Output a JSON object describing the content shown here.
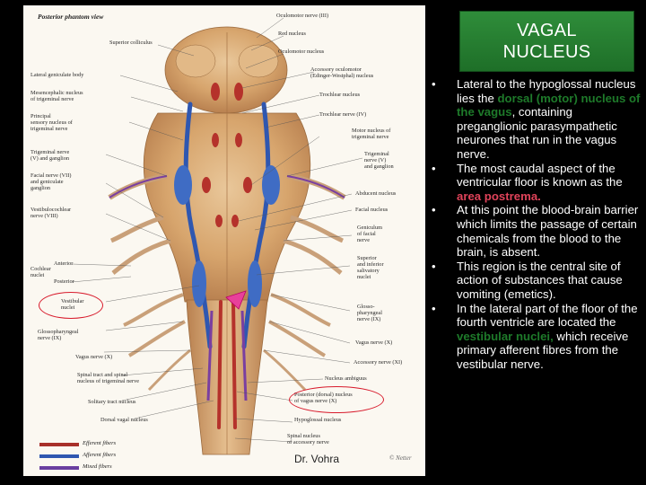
{
  "slide_title": {
    "line1": "VAGAL",
    "line2": "NUCLEUS"
  },
  "bullets": [
    {
      "pre": "Lateral to the hypoglossal nucleus lies the ",
      "hl": "dorsal (motor) nucleus of the vagus",
      "post": ", containing preganglionic parasympathetic neurones that run in the vagus nerve.",
      "hl_color": "green"
    },
    {
      "pre": "The most caudal aspect of the ventricular floor is known as the ",
      "hl": "area postrema.",
      "post": "",
      "hl_color": "pink"
    },
    {
      "pre": "At this point the blood-brain barrier which limits the passage of certain chemicals from the blood to the brain, is absent.",
      "hl": "",
      "post": "",
      "hl_color": ""
    },
    {
      "pre": "This region is the central site of action of substances that cause vomiting (emetics).",
      "hl": "",
      "post": "",
      "hl_color": ""
    },
    {
      "pre": "In the lateral part of the floor of the fourth ventricle are located the ",
      "hl": "vestibular nuclei,",
      "post": " which receive primary afferent fibres from the vestibular nerve.",
      "hl_color": "green"
    }
  ],
  "figure": {
    "title": "Posterior phantom view",
    "labels_left": [
      "Superior colliculus",
      "Lateral geniculate body",
      "Mesencephalic nucleus\nof trigeminal nerve",
      "Principal\nsensory nucleus of\ntrigeminal nerve",
      "Trigeminal nerve\n(V) and ganglion",
      "Facial nerve (VII)\nand geniculate\nganglion",
      "Vestibulocochlear\nnerve (VIII)",
      "Cochlear\nnuclei",
      "Anterior",
      "Posterior",
      "Vestibular\nnuclei",
      "Glossopharyngeal\nnerve (IX)",
      "Vagus nerve (X)",
      "Spinal tract and spinal\nnucleus of trigeminal nerve",
      "Solitary tract nucleus",
      "Dorsal vagal nucleus"
    ],
    "labels_right": [
      "Oculomotor nerve (III)",
      "Red nucleus",
      "Oculomotor nucleus",
      "Accessory oculomotor\n(Edinger-Westphal) nucleus",
      "Trochlear nucleus",
      "Trochlear nerve (IV)",
      "Motor nucleus of\ntrigeminal nerve",
      "Trigeminal\nnerve (V)\nand ganglion",
      "Abducent nucleus",
      "Facial nucleus",
      "Geniculum\nof facial\nnerve",
      "Superior\nand inferior\nsalivatory\nnuclei",
      "Glosso-\npharyngeal\nnerve (IX)",
      "Vagus nerve (X)",
      "Accessory nerve (XI)",
      "Nucleus ambiguus",
      "Posterior (dorsal) nucleus\nof vagus nerve (X)",
      "Hypoglossal nucleus",
      "Spinal nucleus\nof accessory nerve"
    ],
    "legend": [
      {
        "label": "Efferent fibers",
        "color": "#a8302a"
      },
      {
        "label": "Afferent fibers",
        "color": "#2f57b0"
      },
      {
        "label": "Mixed fibers",
        "color": "#6a3fa0"
      }
    ],
    "author": "Dr. Vohra",
    "signature": "© Netter"
  }
}
